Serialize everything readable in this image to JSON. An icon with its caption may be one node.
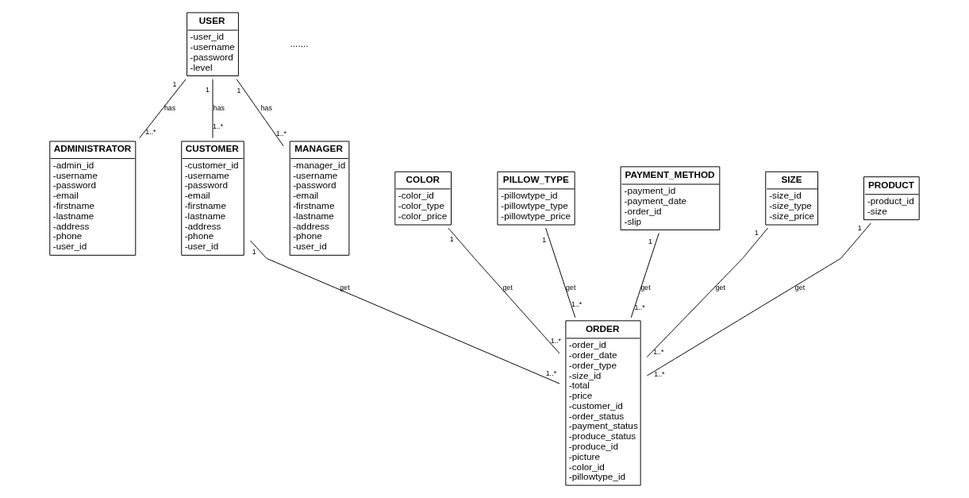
{
  "diagram": {
    "nodes": [
      {
        "text": [
          "USER",
          "-user_id",
          "-username",
          "-password",
          "-level"
        ]
      },
      {
        "text": [
          "ADMINISTRATOR",
          "-admin_id",
          "-username",
          "-password",
          "-email",
          "-firstname",
          "-lastname",
          "-address",
          "-phone",
          "-user_id"
        ]
      },
      {
        "text": [
          "CUSTOMER",
          "-customer_id",
          "-username",
          "-password",
          "-email",
          "-firstname",
          "-lastname",
          "-address",
          "-phone",
          "-user_id"
        ]
      },
      {
        "text": [
          "MANAGER",
          "-manager_id",
          "-username",
          "-password",
          "-email",
          "-firstname",
          "-lastname",
          "-address",
          "-phone",
          "-user_id"
        ]
      },
      {
        "text": [
          "COLOR",
          "-color_id",
          "-color_type",
          "-color_price"
        ]
      },
      {
        "text": [
          "PILLOW_TYPE",
          "-pillowtype_id",
          "-pillowtype_type",
          "-pillowtype_price"
        ]
      },
      {
        "text": [
          "PAYMENT_METHOD",
          "-payment_id",
          "-payment_date",
          "-order_id",
          "-slip"
        ]
      },
      {
        "text": [
          "ORDER",
          "-order_id",
          "-order_date",
          "-order_type",
          "-size_id",
          "-total",
          "-price",
          "-customer_id",
          "-order_status",
          "-payment_status",
          "-produce_status",
          "-produce_id",
          "-picture",
          "-color_id",
          "-pillowtype_id"
        ]
      },
      {
        "text": [
          "SIZE",
          "-size_id",
          "-size_type",
          "-size_price"
        ]
      },
      {
        "text": [
          "PRODUCT",
          "-product_id",
          "-size"
        ]
      }
    ],
    "edges": [
      {
        "from": 0,
        "to": 1,
        "arrow": "none",
        "label": "has"
      },
      {
        "from": 0,
        "to": 2,
        "arrow": "none",
        "label": "has"
      },
      {
        "from": 0,
        "to": 3,
        "arrow": "none",
        "label": "has"
      },
      {
        "from": 2,
        "to": 7,
        "arrow": "none",
        "label": "get"
      },
      {
        "from": 4,
        "to": 7,
        "arrow": "none",
        "label": "get"
      },
      {
        "from": 5,
        "to": 7,
        "arrow": "none",
        "label": "get"
      },
      {
        "from": 6,
        "to": 7,
        "arrow": "none",
        "label": "get"
      },
      {
        "from": 8,
        "to": 7,
        "arrow": "none",
        "label": "get"
      },
      {
        "from": 9,
        "to": 7,
        "arrow": "none",
        "label": "get"
      }
    ],
    "labels": [
      "1",
      "1..*",
      "1",
      "1..*",
      "1",
      "1..*",
      "1",
      "1..*",
      "1",
      "1..*",
      "1",
      "1..*",
      "1",
      "1..*",
      "1",
      "1..*",
      "1",
      "1..*",
      "......."
    ]
  }
}
